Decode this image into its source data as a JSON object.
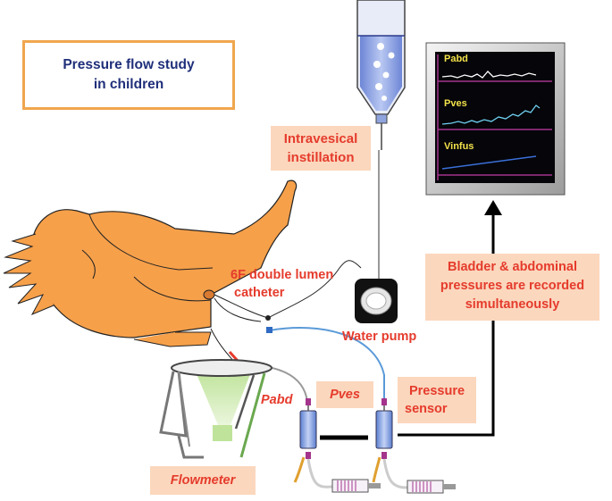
{
  "title": {
    "line1": "Pressure flow study",
    "line2": "in children"
  },
  "labels": {
    "instillation_line1": "Intravesical",
    "instillation_line2": "instillation",
    "catheter_line1": "6F double lumen",
    "catheter_line2": "catheter",
    "water_pump": "Water pump",
    "bladder_line1": "Bladder & abdominal",
    "bladder_line2": "pressures are recorded",
    "bladder_line3": "simultaneously",
    "pabd": "Pabd",
    "pves": "Pves",
    "sensor_line1": "Pressure",
    "sensor_line2": "sensor",
    "flowmeter": "Flowmeter"
  },
  "monitor": {
    "traces": [
      {
        "name": "Pabd",
        "color": "#ffffff"
      },
      {
        "name": "Pves",
        "color": "#6fd0f0"
      },
      {
        "name": "Vinfus",
        "color": "#3a6fd8"
      }
    ]
  },
  "colors": {
    "accent_red": "#e53b2c",
    "peach_box": "#fbd7bd",
    "title_border": "#f0a64e",
    "title_text": "#1f2f7a",
    "skin": "#f6a04a",
    "tube_blue": "#5a9ad8",
    "magenta": "#a4348c"
  },
  "icons": [
    "syringe-icon",
    "water-pump-icon",
    "pressure-transducer-icon",
    "flowmeter-icon",
    "monitor-icon",
    "child-figure-icon"
  ]
}
